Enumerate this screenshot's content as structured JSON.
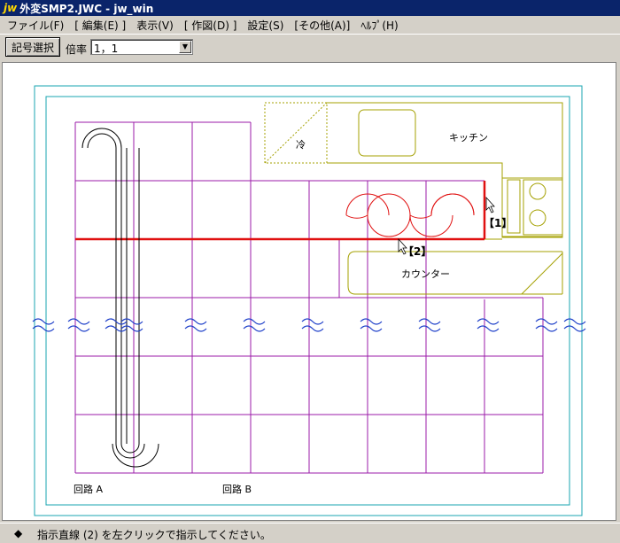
{
  "window": {
    "logo": "jw",
    "title": "外変SMP2.JWC - jw_win"
  },
  "menu": [
    "ファイル(F)",
    "[ 編集(E) ]",
    "表示(V)",
    "[ 作図(D) ]",
    "設定(S)",
    "[その他(A)]",
    "ﾍﾙﾌﾟ(H)"
  ],
  "toolbar": {
    "symbol_select": "記号選択",
    "scale_label": "倍率",
    "scale_value": "1，1"
  },
  "drawing": {
    "label_refrigerator": "冷",
    "label_kitchen": "キッチン",
    "label_counter": "カウンター",
    "marker_1": "【1】",
    "marker_2": "【2】",
    "circuit_a": "回路 A",
    "circuit_b": "回路 B"
  },
  "colors": {
    "grid": "#9b1ba8",
    "cyan": "#1aa5b0",
    "fixture": "#a4a000",
    "highlight": "#e01010"
  },
  "status": {
    "mark": "◆",
    "message": "指示直線 (2) を左クリックで指示してください。"
  }
}
